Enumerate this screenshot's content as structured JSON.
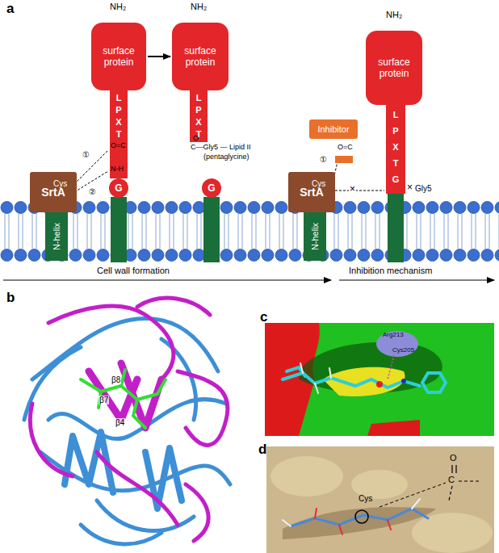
{
  "diagram": {
    "nodes": [
      {
        "text": [
          "SrtA"
        ]
      },
      {
        "text": [
          "N-helix"
        ]
      },
      {
        "text": [
          "surface protein"
        ]
      },
      {
        "text": [
          "L P X T"
        ]
      },
      {
        "text": [
          "G"
        ]
      },
      {
        "text": [
          "surface protein"
        ]
      },
      {
        "text": [
          "L P X T"
        ]
      },
      {
        "text": [
          "G"
        ]
      },
      {
        "text": [
          "SrtA"
        ]
      },
      {
        "text": [
          "N-helix"
        ]
      },
      {
        "text": [
          "Inhibitor"
        ]
      },
      {
        "text": [
          "surface protein"
        ]
      },
      {
        "text": [
          "L P X T G"
        ]
      }
    ],
    "edges": [
      {
        "from": 2,
        "to": 5,
        "arrow": "to"
      }
    ],
    "labels": [
      "a",
      "NH₂",
      "NH₂",
      "Cys",
      "①",
      "O=C",
      "②",
      "N-H",
      "O",
      "C—Gly5 — Lipid II",
      "(pentaglycine)",
      "NH₂",
      "O=C",
      "Cys",
      "①",
      "×",
      "×",
      "Gly5",
      "Cell wall formation",
      "Inhibition mechanism",
      "b",
      "β8",
      "β7",
      "β4",
      "c",
      "Arg213",
      "Cys205",
      "d",
      "Cys",
      "O",
      "C"
    ]
  }
}
